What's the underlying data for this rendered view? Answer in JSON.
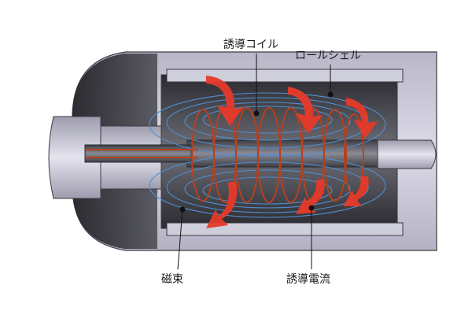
{
  "labels": {
    "induction_coil": "誘導コイル",
    "roll_shell": "ロールシェル",
    "magnetic_flux": "磁束",
    "induced_current": "誘導電流"
  },
  "colors": {
    "shell_fill": "#c7c6d6",
    "shell_outline": "#3a3a44",
    "inner_dark": "#2b2b31",
    "core_fill": "#5a5a62",
    "coil": "#b5401e",
    "flux_line": "#4f8fd0",
    "arrow": "#e63a2a",
    "leader": "#111111"
  }
}
